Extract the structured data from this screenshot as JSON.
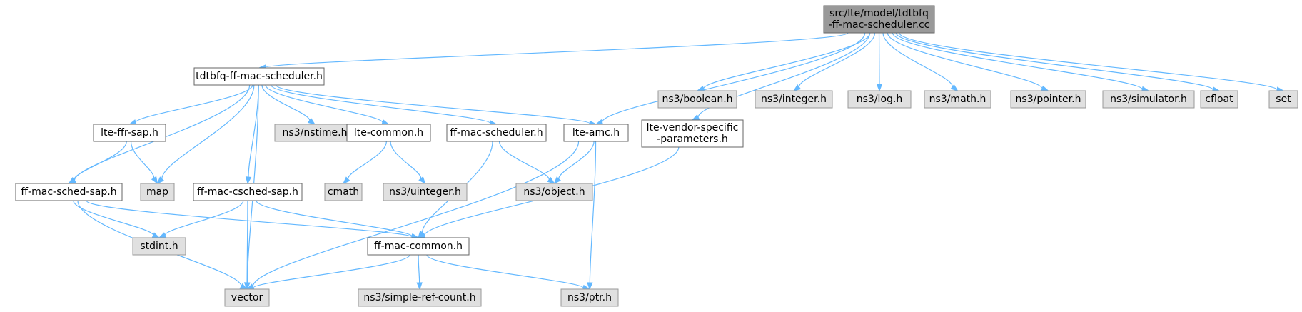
{
  "graph": {
    "nodes": [
      {
        "id": "root",
        "lines": [
          "src/lte/model/tdtbfq",
          "-ff-mac-scheduler.cc"
        ],
        "kind": "root"
      },
      {
        "id": "tdtbfq_h",
        "lines": [
          "tdtbfq-ff-mac-scheduler.h"
        ],
        "kind": "doc"
      },
      {
        "id": "boolean",
        "lines": [
          "ns3/boolean.h"
        ],
        "kind": "ext"
      },
      {
        "id": "integer",
        "lines": [
          "ns3/integer.h"
        ],
        "kind": "ext"
      },
      {
        "id": "log",
        "lines": [
          "ns3/log.h"
        ],
        "kind": "ext"
      },
      {
        "id": "math",
        "lines": [
          "ns3/math.h"
        ],
        "kind": "ext"
      },
      {
        "id": "pointer",
        "lines": [
          "ns3/pointer.h"
        ],
        "kind": "ext"
      },
      {
        "id": "simulator",
        "lines": [
          "ns3/simulator.h"
        ],
        "kind": "ext"
      },
      {
        "id": "cfloat",
        "lines": [
          "cfloat"
        ],
        "kind": "ext"
      },
      {
        "id": "set",
        "lines": [
          "set"
        ],
        "kind": "ext"
      },
      {
        "id": "lte_ffr_sap",
        "lines": [
          "lte-ffr-sap.h"
        ],
        "kind": "doc"
      },
      {
        "id": "nstime",
        "lines": [
          "ns3/nstime.h"
        ],
        "kind": "ext"
      },
      {
        "id": "lte_common",
        "lines": [
          "lte-common.h"
        ],
        "kind": "doc"
      },
      {
        "id": "ff_mac_scheduler",
        "lines": [
          "ff-mac-scheduler.h"
        ],
        "kind": "doc"
      },
      {
        "id": "lte_amc",
        "lines": [
          "lte-amc.h"
        ],
        "kind": "doc"
      },
      {
        "id": "lte_vendor",
        "lines": [
          "lte-vendor-specific",
          "-parameters.h"
        ],
        "kind": "doc"
      },
      {
        "id": "ff_mac_sched_sap",
        "lines": [
          "ff-mac-sched-sap.h"
        ],
        "kind": "doc"
      },
      {
        "id": "map",
        "lines": [
          "map"
        ],
        "kind": "ext"
      },
      {
        "id": "ff_mac_csched_sap",
        "lines": [
          "ff-mac-csched-sap.h"
        ],
        "kind": "doc"
      },
      {
        "id": "cmath",
        "lines": [
          "cmath"
        ],
        "kind": "ext"
      },
      {
        "id": "uinteger",
        "lines": [
          "ns3/uinteger.h"
        ],
        "kind": "ext"
      },
      {
        "id": "object",
        "lines": [
          "ns3/object.h"
        ],
        "kind": "ext"
      },
      {
        "id": "stdint",
        "lines": [
          "stdint.h"
        ],
        "kind": "ext"
      },
      {
        "id": "ff_mac_common",
        "lines": [
          "ff-mac-common.h"
        ],
        "kind": "doc"
      },
      {
        "id": "vector",
        "lines": [
          "vector"
        ],
        "kind": "ext"
      },
      {
        "id": "simple_ref_count",
        "lines": [
          "ns3/simple-ref-count.h"
        ],
        "kind": "ext"
      },
      {
        "id": "ptr",
        "lines": [
          "ns3/ptr.h"
        ],
        "kind": "ext"
      }
    ],
    "edges": [
      [
        "root",
        "tdtbfq_h"
      ],
      [
        "root",
        "lte_amc"
      ],
      [
        "root",
        "lte_vendor"
      ],
      [
        "root",
        "boolean"
      ],
      [
        "root",
        "integer"
      ],
      [
        "root",
        "log"
      ],
      [
        "root",
        "math"
      ],
      [
        "root",
        "pointer"
      ],
      [
        "root",
        "simulator"
      ],
      [
        "root",
        "cfloat"
      ],
      [
        "root",
        "set"
      ],
      [
        "tdtbfq_h",
        "lte_ffr_sap"
      ],
      [
        "tdtbfq_h",
        "ff_mac_sched_sap"
      ],
      [
        "tdtbfq_h",
        "map"
      ],
      [
        "tdtbfq_h",
        "ff_mac_csched_sap"
      ],
      [
        "tdtbfq_h",
        "nstime"
      ],
      [
        "tdtbfq_h",
        "lte_common"
      ],
      [
        "tdtbfq_h",
        "ff_mac_scheduler"
      ],
      [
        "tdtbfq_h",
        "lte_amc"
      ],
      [
        "tdtbfq_h",
        "vector"
      ],
      [
        "lte_ffr_sap",
        "ff_mac_sched_sap"
      ],
      [
        "lte_ffr_sap",
        "map"
      ],
      [
        "lte_common",
        "cmath"
      ],
      [
        "lte_common",
        "uinteger"
      ],
      [
        "ff_mac_scheduler",
        "object"
      ],
      [
        "ff_mac_scheduler",
        "ff_mac_common"
      ],
      [
        "lte_amc",
        "object"
      ],
      [
        "lte_amc",
        "vector"
      ],
      [
        "lte_amc",
        "ptr"
      ],
      [
        "lte_vendor",
        "ff_mac_common"
      ],
      [
        "ff_mac_sched_sap",
        "stdint"
      ],
      [
        "ff_mac_sched_sap",
        "vector"
      ],
      [
        "ff_mac_sched_sap",
        "ff_mac_common"
      ],
      [
        "ff_mac_csched_sap",
        "stdint"
      ],
      [
        "ff_mac_csched_sap",
        "vector"
      ],
      [
        "ff_mac_csched_sap",
        "ff_mac_common"
      ],
      [
        "ff_mac_common",
        "vector"
      ],
      [
        "ff_mac_common",
        "simple_ref_count"
      ],
      [
        "ff_mac_common",
        "ptr"
      ]
    ]
  }
}
